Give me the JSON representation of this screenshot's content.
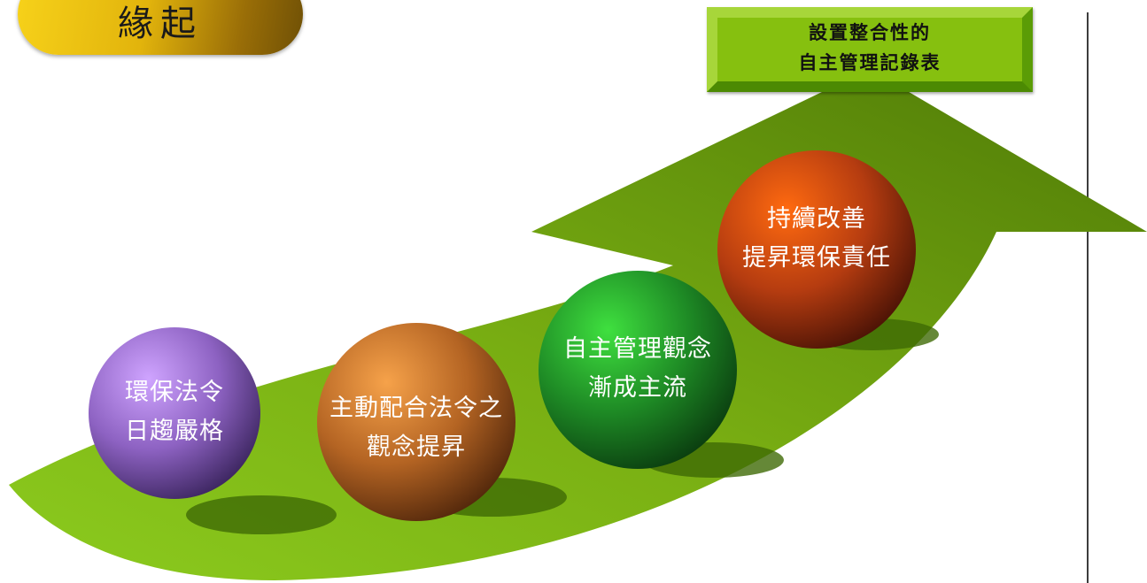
{
  "title": "緣起",
  "goal": {
    "line1": "設置整合性的",
    "line2": "自主管理記錄表"
  },
  "stages": [
    {
      "line1": "環保法令",
      "line2": "日趨嚴格",
      "color": "#9b6fd0"
    },
    {
      "line1": "主動配合法令之",
      "line2": "觀念提昇",
      "color": "#c8722a"
    },
    {
      "line1": "自主管理觀念",
      "line2": "漸成主流",
      "color": "#239a2a"
    },
    {
      "line1": "持續改善",
      "line2": "提昇環保責任",
      "color": "#d9541a"
    }
  ],
  "colors": {
    "arrow": "#7aa80e",
    "title_pill": "#e2b40c",
    "goal_box": "#86c00f"
  }
}
